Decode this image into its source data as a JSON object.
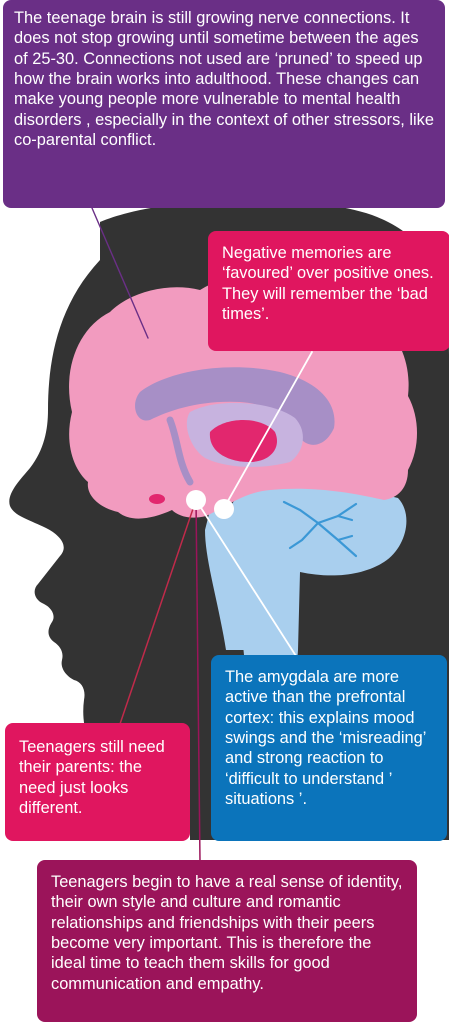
{
  "colors": {
    "purple": "#6a2f86",
    "magenta": "#e0165f",
    "blue": "#0b74bb",
    "wine": "#9b145a",
    "head": "#333333",
    "brain": "#f29bbf",
    "brainstem": "#a9cfee"
  },
  "callouts": {
    "top": "The teenage brain is still growing nerve connections. It does not stop growing until sometime between the ages of 25-30. Connections not used are ‘pruned’ to speed up how the brain works into adulthood. These changes can make young people more vulnerable to mental health disorders , especially in the context of other stressors, like co-parental conflict.",
    "negative_memories": "Negative memories are ‘favoured’ over positive ones. They will remember the ‘bad times’.",
    "amygdala": "The amygdala are more active than the prefrontal cortex: this explains mood swings and the ‘misreading’ and strong reaction to ‘difficult to understand ’ situations ’.",
    "parents": "Teenagers still need their parents: the need just looks different.",
    "identity": "Teenagers begin to have a real sense of identity, their own style and culture and romantic relationships and friendships with their peers become very important. This is therefore the ideal time to teach them skills for good communication and empathy."
  }
}
